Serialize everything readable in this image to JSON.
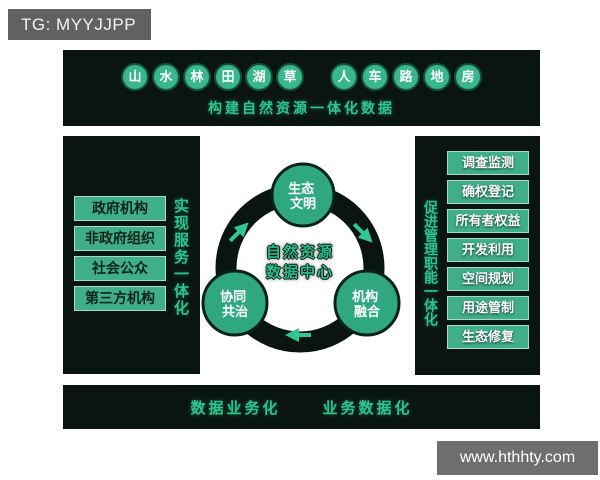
{
  "tag": {
    "label": "TG: MYYJJPP"
  },
  "top_bar": {
    "circles": [
      "山",
      "水",
      "林",
      "田",
      "湖",
      "草",
      "人",
      "车",
      "路",
      "地",
      "房"
    ],
    "caption": "构建自然资源一体化数据"
  },
  "left_panel": {
    "vertical_label": "实现服务一体化",
    "items": [
      "政府机构",
      "非政府组织",
      "社会公众",
      "第三方机构"
    ]
  },
  "right_panel": {
    "vertical_label": "促进管理职能一体化",
    "items": [
      "调查监测",
      "确权登记",
      "所有者权益",
      "开发利用",
      "空间规划",
      "用途管制",
      "生态修复"
    ]
  },
  "center": {
    "hub": {
      "line1": "自然资源",
      "line2": "数据中心"
    },
    "nodes": [
      {
        "line1": "生态",
        "line2": "文明"
      },
      {
        "line1": "协同",
        "line2": "共治"
      },
      {
        "line1": "机构",
        "line2": "融合"
      }
    ],
    "cycle_direction": "clockwise"
  },
  "bottom_bar": {
    "labels": [
      "数据业务化",
      "业务数据化"
    ]
  },
  "watermark": {
    "url": "www.hthhty.com"
  },
  "colors": {
    "panel_dark": "#0a1511",
    "accent_green": "#38b68c",
    "box_green": "#3fae8a",
    "text_green": "#2dc492",
    "tag_gray": "#616161",
    "watermark_gray": "#6e6e6e",
    "background": "#ffffff"
  }
}
